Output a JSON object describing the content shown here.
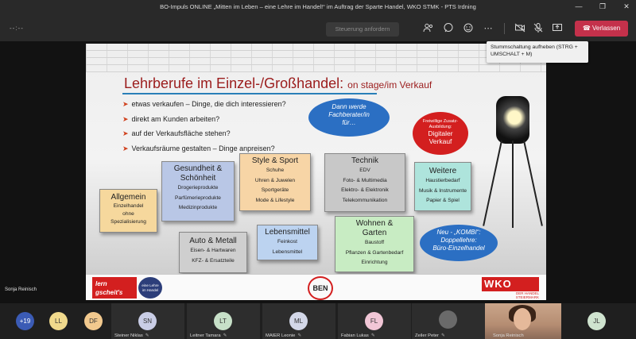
{
  "window": {
    "title": "BO-Impuls ONLINE „Mitten im Leben – eine Lehre im Handel!“ im Auftrag der Sparte Handel, WKO STMK - PTS Irdning"
  },
  "toolbar": {
    "timer": "--:--",
    "request_control_label": "Steuerung anfordern",
    "leave_label": "Verlassen"
  },
  "tooltip": {
    "line1": "Stummschaltung aufheben (STRG +",
    "line2": "UMSCHALT + M)"
  },
  "slide": {
    "title": "Lehrberufe im Einzel-/Großhandel:",
    "subtitle": "on stage/im Verkauf",
    "bullets": [
      "etwas verkaufen – Dinge, die dich interessieren?",
      "direkt am Kunden arbeiten?",
      "auf der Verkaufsfläche stehen?",
      "Verkaufsräume gestalten – Dinge anpreisen?"
    ],
    "bubble_top": [
      "Dann werde",
      "Fachberater/in",
      "für…"
    ],
    "red_circle": {
      "small": [
        "Freiwillige Zusatz-",
        "Ausbildung:"
      ],
      "big": [
        "Digitaler",
        "Verkauf"
      ]
    },
    "bubble_bottom": [
      "Neu - „KOMBI“:",
      "Doppellehre:",
      "Büro-Einzelhandel"
    ],
    "boxes": {
      "allgemein": {
        "title": "Allgemein",
        "items": [
          "Einzelhandel",
          "ohne",
          "Spezialisierung"
        ]
      },
      "gesundheit": {
        "title": [
          "Gesundheit &",
          "Schönheit"
        ],
        "items": [
          "Drogerieprodukte",
          "Parfümerieprodukte",
          "Medizinprodukte"
        ]
      },
      "style": {
        "title": "Style & Sport",
        "items": [
          "Schuhe",
          "Uhren & Juwelen",
          "Sportgeräte",
          "Mode & Lifestyle"
        ]
      },
      "technik": {
        "title": "Technik",
        "items": [
          "EDV",
          "Foto- & Multimedia",
          "Elektro- & Elektronik",
          "Telekommunikation"
        ]
      },
      "weitere": {
        "title": "Weitere",
        "items": [
          "Haustierbedarf",
          "Musik & Instrumente",
          "Papier & Spiel"
        ]
      },
      "auto": {
        "title": "Auto & Metall",
        "items": [
          "Eisen- & Hartwaren",
          "KFZ- & Ersatzteile"
        ]
      },
      "lebensmittel": {
        "title": "Lebensmittel",
        "items": [
          "Feinkost",
          "Lebensmittel"
        ]
      },
      "wohnen": {
        "title": [
          "Wohnen &",
          "Garten"
        ],
        "items": [
          "Baustoff",
          "Pflanzen & Gartenbedarf",
          "Einrichtung"
        ]
      }
    },
    "footer": {
      "logo1": [
        "lern",
        "gscheit's"
      ],
      "logo2": [
        "eine Lehre",
        "im Handel"
      ],
      "logo3": "BEN",
      "logo4": {
        "main": "WKO",
        "sub": [
          "DER HANDEL",
          "STEIERMARK"
        ]
      }
    }
  },
  "speaker_name": "Sonja Reinisch",
  "gallery": {
    "more_count": "+19",
    "avatars_small": [
      {
        "initials": "LL",
        "color": "#f0d98c"
      },
      {
        "initials": "DF",
        "color": "#f2c98e"
      }
    ],
    "tiles": [
      {
        "initials": "SN",
        "name": "Steiner Niklas",
        "color": "#c9cde6"
      },
      {
        "initials": "LT",
        "name": "Leitner Tamara",
        "color": "#c7e0c8"
      },
      {
        "initials": "ML",
        "name": "MAIER Leonie",
        "color": "#d3d7e8"
      },
      {
        "initials": "FL",
        "name": "Fabian Lukas",
        "color": "#f1c6d6"
      },
      {
        "name": "Zeiler Peter"
      }
    ],
    "self_tile_name": "Sonja Reinisch",
    "last_avatar": {
      "initials": "JL",
      "color": "#cfe3cf"
    }
  }
}
